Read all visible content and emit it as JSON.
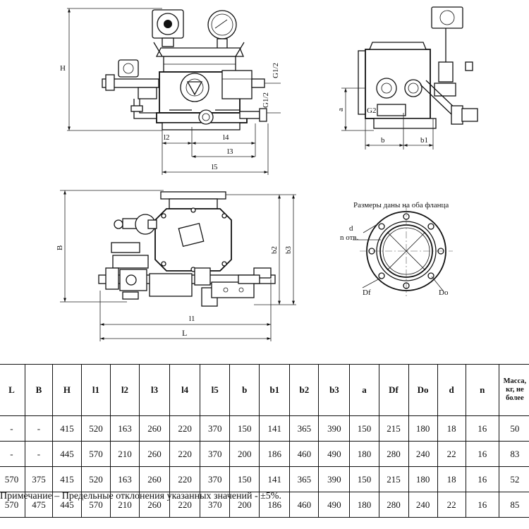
{
  "flange_caption": "Размеры даны на оба фланца",
  "dims": {
    "H": "H",
    "G1_2_top": "G1/2",
    "G1_2_mid": "G1/2",
    "G2": "G2",
    "l2": "l2",
    "l4": "l4",
    "l3": "l3",
    "l5": "l5",
    "a": "a",
    "b": "b",
    "b1": "b1",
    "B": "B",
    "b2": "b2",
    "b3": "b3",
    "l1": "l1",
    "L": "L",
    "d": "d",
    "n_holes": "n отв.",
    "Df": "Df",
    "Do": "Do"
  },
  "table": {
    "headers": [
      {
        "key": "L",
        "label": "L"
      },
      {
        "key": "B",
        "label": "B"
      },
      {
        "key": "H",
        "label": "H"
      },
      {
        "key": "l1",
        "label": "l1"
      },
      {
        "key": "l2",
        "label": "l2"
      },
      {
        "key": "l3",
        "label": "l3"
      },
      {
        "key": "l4",
        "label": "l4"
      },
      {
        "key": "l5",
        "label": "l5"
      },
      {
        "key": "b",
        "label": "b"
      },
      {
        "key": "b1",
        "label": "b1"
      },
      {
        "key": "b2",
        "label": "b2"
      },
      {
        "key": "b3",
        "label": "b3"
      },
      {
        "key": "a",
        "label": "a"
      },
      {
        "key": "Df",
        "label": "Df"
      },
      {
        "key": "Do",
        "label": "Do"
      },
      {
        "key": "d",
        "label": "d"
      },
      {
        "key": "n",
        "label": "n"
      },
      {
        "key": "mass",
        "label": "Масса, кг, не более"
      }
    ],
    "rows": [
      [
        "-",
        "-",
        "415",
        "520",
        "163",
        "260",
        "220",
        "370",
        "150",
        "141",
        "365",
        "390",
        "150",
        "215",
        "180",
        "18",
        "16",
        "50"
      ],
      [
        "-",
        "-",
        "445",
        "570",
        "210",
        "260",
        "220",
        "370",
        "200",
        "186",
        "460",
        "490",
        "180",
        "280",
        "240",
        "22",
        "16",
        "83"
      ],
      [
        "570",
        "375",
        "415",
        "520",
        "163",
        "260",
        "220",
        "370",
        "150",
        "141",
        "365",
        "390",
        "150",
        "215",
        "180",
        "18",
        "16",
        "52"
      ],
      [
        "570",
        "475",
        "445",
        "570",
        "210",
        "260",
        "220",
        "370",
        "200",
        "186",
        "460",
        "490",
        "180",
        "280",
        "240",
        "22",
        "16",
        "85"
      ]
    ]
  },
  "note": "Примечание – Предельные отклонения указанных значений - ±5%."
}
